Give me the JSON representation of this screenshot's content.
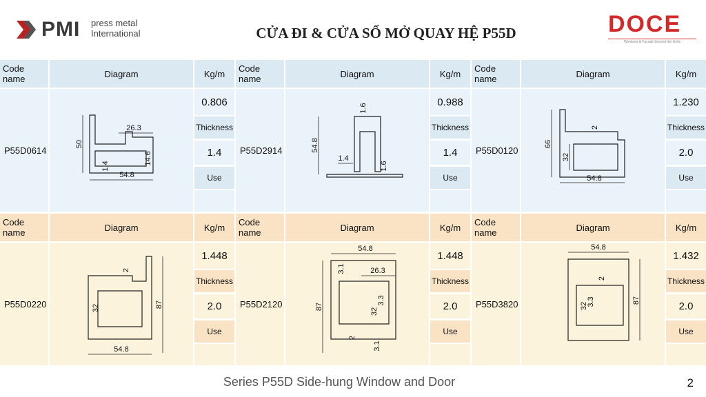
{
  "header": {
    "company_short": "PMI",
    "company_sub_line1": "press metal",
    "company_sub_line2": "International",
    "title": "CỬA ĐI & CỬA SỔ MỞ QUAY HỆ P55D",
    "partner_name": "DOCE",
    "partner_tagline": "Windows & Facade beyond the limits"
  },
  "columns": {
    "code_name": "Code name",
    "diagram": "Diagram",
    "weight": "Kg/m",
    "thickness": "Thickness",
    "use": "Use"
  },
  "colors": {
    "blue_header": "#dbe9f2",
    "blue_body": "#e9f3f9",
    "orange_header": "#f9e3c4",
    "orange_body": "#fcf3dc"
  },
  "profiles": [
    {
      "code": "P55D0614",
      "weight": "0.806",
      "thickness": "1.4",
      "dims": {
        "height": "50",
        "inner": "26.3",
        "thk1": "14.6",
        "thk2": "1.4",
        "width": "54.8"
      }
    },
    {
      "code": "P55D2914",
      "weight": "0.988",
      "thickness": "1.4",
      "dims": {
        "top": "1.6",
        "height": "54.8",
        "thk1": "1.4",
        "thk2": "1.6"
      }
    },
    {
      "code": "P55D0120",
      "weight": "1.230",
      "thickness": "2.0",
      "dims": {
        "thk": "2",
        "height": "66",
        "inner": "32",
        "width": "54.8"
      }
    },
    {
      "code": "P55D0220",
      "weight": "1.448",
      "thickness": "2.0",
      "dims": {
        "thk": "2",
        "inner": "32",
        "height": "87",
        "width": "54.8"
      }
    },
    {
      "code": "P55D2120",
      "weight": "1.448",
      "thickness": "2.0",
      "dims": {
        "width": "54.8",
        "thk1": "3.1",
        "inner1": "26.3",
        "inner2": "32",
        "small": "3.3",
        "height": "87",
        "thk2": "2",
        "thk3": "3.1"
      }
    },
    {
      "code": "P55D3820",
      "weight": "1.432",
      "thickness": "2.0",
      "dims": {
        "width": "54.8",
        "thk": "2",
        "inner": "32",
        "small": "3.3",
        "height": "87"
      }
    }
  ],
  "footer": {
    "series": "Series P55D Side-hung Window and Door",
    "page": "2"
  }
}
